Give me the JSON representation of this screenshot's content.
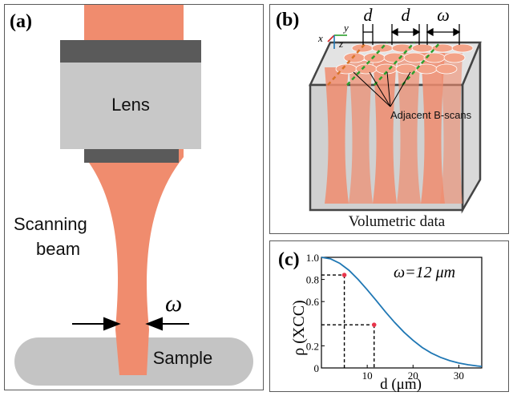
{
  "panel_a": {
    "label": "(a)",
    "lens_label": "Lens",
    "beam_label_line1": "Scanning",
    "beam_label_line2": "beam",
    "waist_symbol": "ω",
    "sample_label": "Sample"
  },
  "panel_b": {
    "label": "(b)",
    "axis_y": "y",
    "axis_x": "x",
    "axis_z": "z",
    "spacing_1": "d",
    "spacing_2": "d",
    "width_symbol": "ω",
    "callout": "Adjacent B-scans",
    "caption": "Volumetric data"
  },
  "panel_c": {
    "label": "(c)",
    "annotation": "ω=12 μm",
    "ylabel": "ρ (XCC)",
    "xlabel": "d (μm)"
  },
  "colors": {
    "beam": "#f08c6e",
    "lens_gray": "#c8c8c8",
    "lens_dark": "#5a5a5a",
    "sample_gray": "#c4c4c4",
    "curve": "#1f77b4",
    "marker": "#e8354b",
    "dash_green": "#2ca02c",
    "dash_orange": "#d9742a"
  },
  "chart_data": {
    "type": "line",
    "title": "",
    "xlabel": "d (μm)",
    "ylabel": "ρ (XCC)",
    "xlim": [
      0,
      35
    ],
    "ylim": [
      0,
      1.0
    ],
    "x_ticks": [
      "10",
      "20",
      "30"
    ],
    "y_ticks": [
      "0",
      "0.2",
      "0.6",
      "0.8",
      "1.0"
    ],
    "series": [
      {
        "x": [
          0,
          2,
          4,
          6,
          8,
          10,
          12,
          14,
          16,
          18,
          20,
          22,
          24,
          26,
          28,
          30,
          32,
          34,
          35
        ],
        "values": [
          1.0,
          0.986,
          0.946,
          0.883,
          0.801,
          0.707,
          0.607,
          0.506,
          0.411,
          0.324,
          0.249,
          0.185,
          0.135,
          0.096,
          0.066,
          0.044,
          0.029,
          0.018,
          0.014
        ]
      }
    ],
    "markers": [
      {
        "x": 5,
        "y": 0.84
      },
      {
        "x": 11.5,
        "y": 0.39
      }
    ],
    "grid": false
  }
}
